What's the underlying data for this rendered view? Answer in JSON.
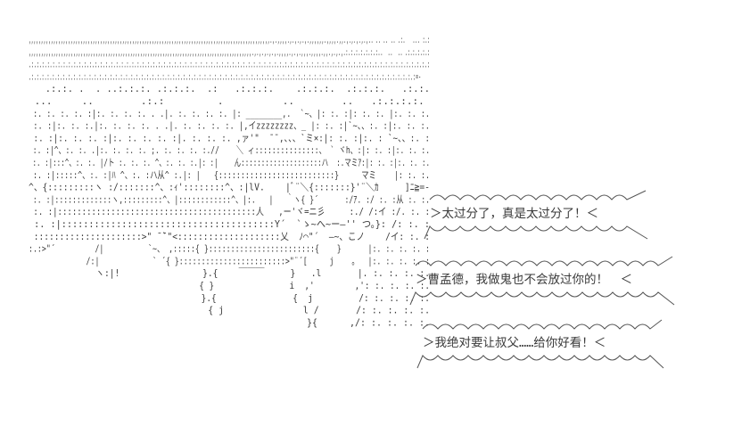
{
  "art_lines": [
    ",,,,,,,,,,,,,,,,,,,,,,,,,,,,,,,,,,,,,,,,,,,,,,,,,,,,,,,,,,,,,,,,,,,,,,,,,,,,,,,,,,,,,,,,,,,,,,,,,,.,.,,,,.,.,.,.,.,,,,,,.,,,,.,,.,.,.,.,.,.. .. .. .. .:.   ... :.:",
    ",,,,,,,,,,,,,,,,,,,,,,,,,,,,,,,,,,,,,,,,,,,,,,,,,,,,,,,,,,,,,,,,,,,,,,,,,,,,,,,,,,,,,,,,,,.,.,.,.,.,.,,,,.,.,.,,,.,,,,.,,.,.,.,.:.:.:.:.:.:.:..  ..  .. .:.:.:.:.:",
    ".:.:.:.:.:.:.:.:.:.:.:.:.:.:.:.:.:.:.:.:.:.:.:.:.:.:.:.:.:.:.:.:.:.:.:.:.:.:.:.:.:.:.:.:.:.:.:.:.:.:.:.:.:.:.:.:.:.:.:.:.:.:.:.:.:.:.:.:.:.:.:.:.:.:.:.:",
    ".:.:.:.:.:.:.:.:.:.:.:.:.:.:.:.:.:.:.:.:.:.:.:.:.:.:.:.:.:.:.:.:.:.:.:.:.:.:.:.:.:.:.:.:.:.:.:.:.:.:.:.:.:.:.:.:.:.:.:.:.:.:.:.:.:.:.:.:.:.:.:.:.:.:=-",
    "   .:.:. .  . ..:.:.:. .:.:.:.  .:   .:.:.:.    .:.:.:.  .:.:.:.   .:.:.",
    " ...     ..        .:.:         .          ..        ..   .:.:.:.:.",
    " :. :. :. :. :|:. :. :. :. . .|. :. :. :. :. |: ________,.  `~、|: :. :|: :. :. |:. :. :.",
    " :. :|:. :. :.|:. :. :. :. . .|. :. :. :. :. |,イzzzzzzzz、_ |: :. :|`~、、:. :|:. :. :.",
    " :. :|:. :. :. :|:. :. :. :. :|. :. :. :. ,ァ'\"  ̄ ̄ ,、、、`ミ×:|: :. :|:. : `~、、:. :",
    " :. :|^、:. :. .|:. :. :. :. ;. :. :. :. :.//    ＼ ィ:::::::::::::::、 ` ヾh、:|: :. :|:. :. :.",
    " :. :|:::^、:. :. |/ト :. :. :. ^、:. :. :.|: :|    ん::::::::::::::::::::ハ  :.マミｱ:|: :. :|:. :. :.",
    " :. :|:::::^、:. :|ﾊ ^、:. :ハ从^ :.|: |   {::::::::::::::::::::::::::}     マミ    |: :. :.",
    "^、{:::::::::ヽ :/:::::::^、:ｨ'::::::::^、:|lV.    |ﾞ¨＼{:::::::}'¨＼ｶ     ]ﾆ≧=-",
    " :. :|:::::::::::::ヽ,:::::::::^、|::::::::::::^、|:.   |   ｀ヽ{ }´      :/ｱ. :/ :. :从 :. :.",
    " :. :|:::::::::::::::::::::::::::::::::::::::::人   ,ー'ヾ=ニ彡     :./ /:イ :/. :. :",
    " :. :|:::::::::::::::::::::::::::::::::::::::Y´  `ゝ~へ~ー―'' つ。}: /: :. :",
    " :::::::::::::::::::::>\" ̄ ̄`\"<::::::::::::::::::::乂  ﾉ⌒\"´  ―~、こノ    /イ: :. :",
    ":.:>\"´         /|          `~、 ,:::::{ }::::::::::::::::::::::::{    }      |:. :. :. :. :",
    "             /:|            ` ´{ }::::::::::::::::::::::::>\"¨´[     j    。  |:. :. :. :. :",
    "             ヽ:|!                }.{    ￣￣￣     }   .l       |. :. :. :. :.",
    "                                  { }               i  ,'        ,': :. :. :. :.",
    "                                  }.{               {  j         /: :. :. :. :.",
    "                                  { j               l /       /: :. :. :. :.",
    "                                                    }{      ,/: :. :. :. :."
  ],
  "bubbles": [
    {
      "text": "＞太过分了，真是太过分了！＜"
    },
    {
      "text": "＞曹孟德，我做鬼也不会放过你的！　＜"
    },
    {
      "text": "＞我绝对要让叔父……给你好看！＜"
    }
  ]
}
